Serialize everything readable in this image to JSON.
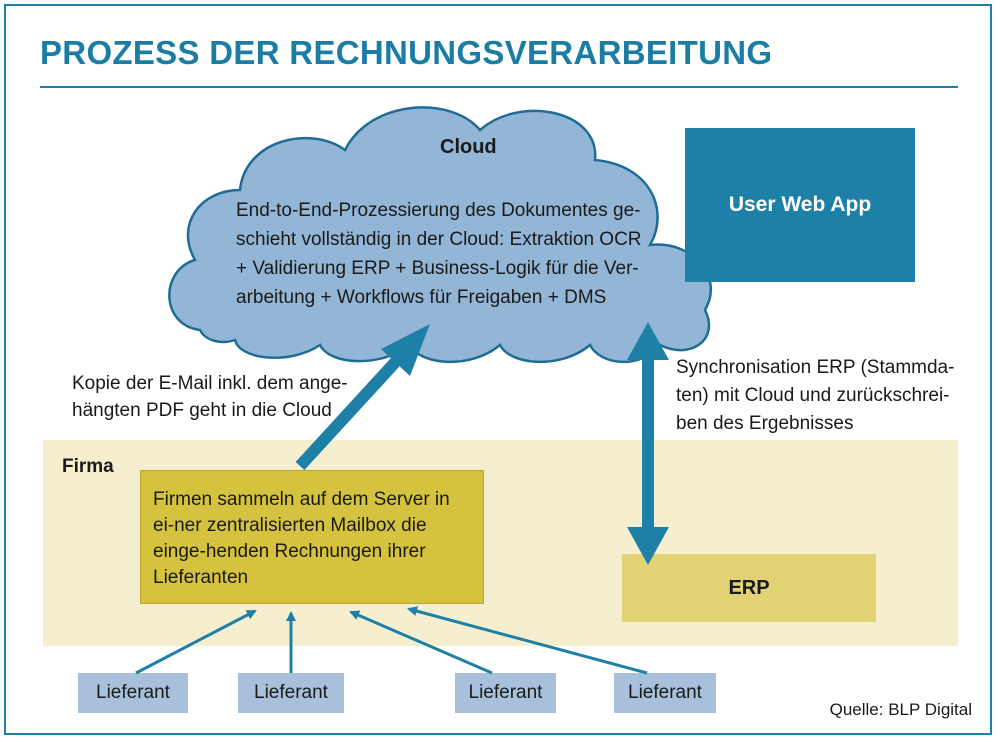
{
  "title": "PROZESS DER RECHNUNGSVERARBEITUNG",
  "cloud": {
    "label": "Cloud",
    "text": "End-to-End-Prozessierung des Dokumentes ge-schieht vollständig in der Cloud: Extraktion OCR + Validierung ERP + Business-Logik für die Ver-arbeitung + Workflows für Freigaben + DMS"
  },
  "webapp": {
    "label": "User Web App"
  },
  "firma": {
    "label": "Firma"
  },
  "mailbox": {
    "text": "Firmen sammeln auf dem Server in ei-ner zentralisierten Mailbox die einge-henden Rechnungen ihrer Lieferanten"
  },
  "erp": {
    "label": "ERP"
  },
  "annotations": {
    "left": "Kopie der E-Mail inkl. dem ange-hängten PDF geht in die Cloud",
    "right": "Synchronisation ERP (Stammda-ten) mit Cloud und zurückschrei-ben des Ergebnisses"
  },
  "suppliers": [
    "Lieferant",
    "Lieferant",
    "Lieferant",
    "Lieferant"
  ],
  "source": "Quelle: BLP Digital",
  "colors": {
    "accent": "#1f80a7",
    "cloud_fill": "#93b6d6",
    "mailbox_fill": "#d5c33f",
    "firma_fill": "#f6efcf",
    "erp_fill": "#e1d273",
    "supplier_fill": "#a8c0dc"
  }
}
